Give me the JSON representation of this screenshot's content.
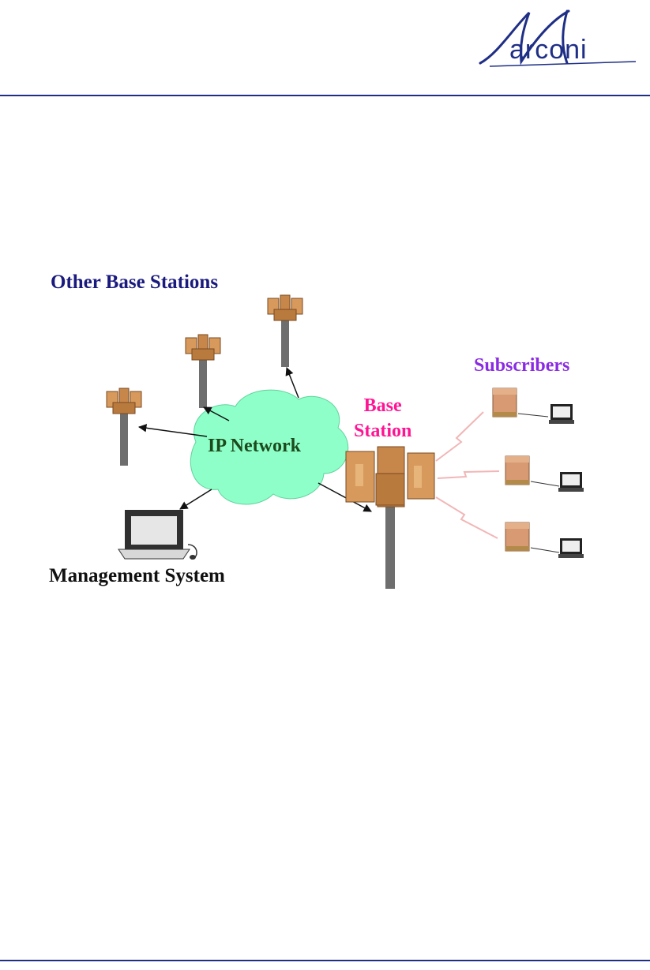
{
  "logo": {
    "brand_text": "arconi",
    "brand_letter": "M",
    "full_name": "Marconi",
    "color": "#1f2f86"
  },
  "diagram": {
    "labels": {
      "other_base_stations": "Other Base Stations",
      "subscribers": "Subscribers",
      "base_station_line1": "Base",
      "base_station_line2": "Station",
      "ip_network": "IP Network",
      "management_system": "Management System"
    },
    "colors": {
      "other_base_stations": "#1a1a7e",
      "subscribers": "#8a2be2",
      "base_station": "#ff1493",
      "cloud": "#8effc8",
      "antenna": "#c8874a",
      "pole": "#6e6e6e",
      "links": "#f2b6b6"
    }
  }
}
